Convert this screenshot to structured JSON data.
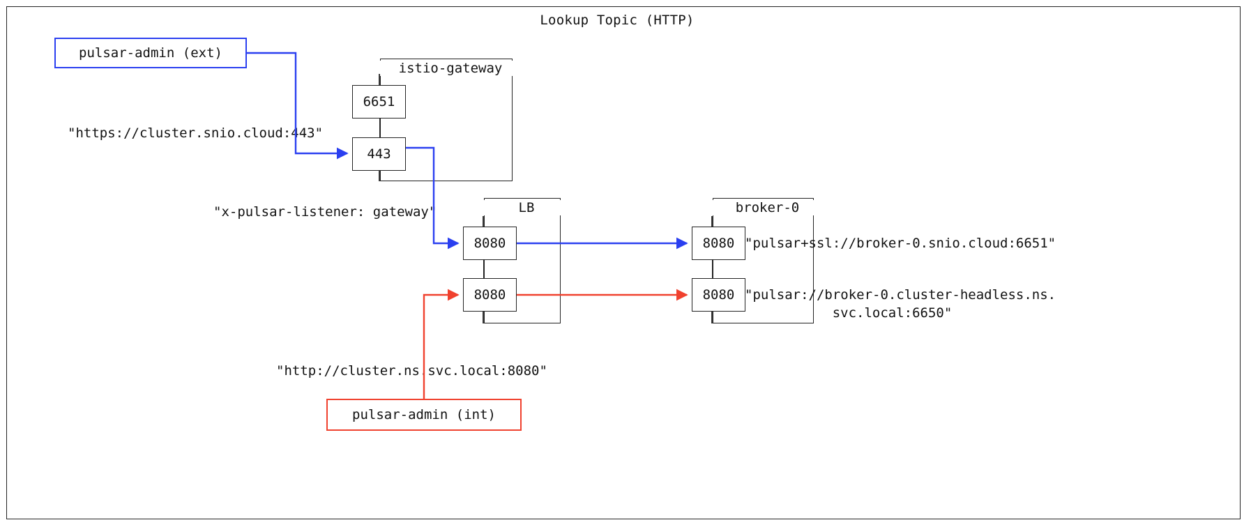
{
  "diagram": {
    "title": "Lookup Topic (HTTP)",
    "colors": {
      "blue": "#2a3ff0",
      "red": "#f0412e",
      "black": "#222222"
    }
  },
  "actors": {
    "ext_client": "pulsar-admin (ext)",
    "int_client": "pulsar-admin (int)"
  },
  "clusters": {
    "gateway": {
      "label": "istio-gateway",
      "ports": [
        "6651",
        "443"
      ]
    },
    "lb": {
      "label": "LB",
      "ports": [
        "8080",
        "8080"
      ]
    },
    "broker": {
      "label": "broker-0",
      "ports": [
        "8080",
        "8080"
      ]
    }
  },
  "labels": {
    "ext_url": "\"https://cluster.snio.cloud:443\"",
    "listener_header": "\"x-pulsar-listener: gateway\"",
    "int_url": "\"http://cluster.ns.svc.local:8080\"",
    "broker_ssl_url": "\"pulsar+ssl://broker-0.snio.cloud:6651\"",
    "broker_plain_url_line1": "\"pulsar://broker-0.cluster-headless.ns.",
    "broker_plain_url_line2": "svc.local:6650\""
  }
}
